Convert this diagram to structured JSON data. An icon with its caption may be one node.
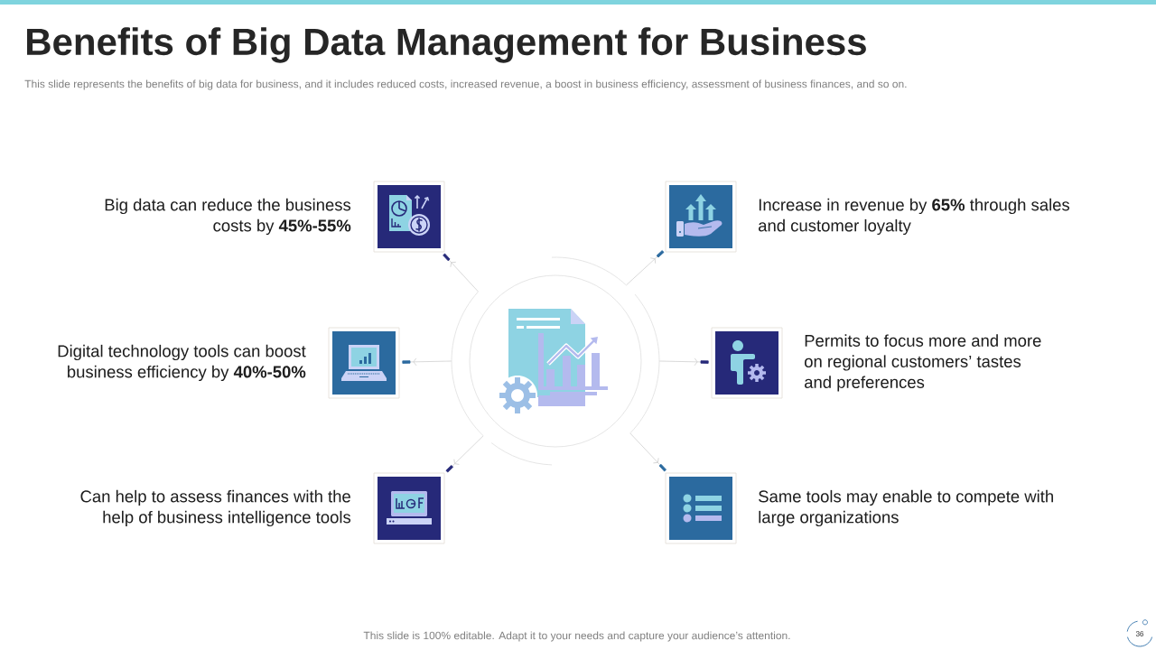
{
  "diagram": {
    "title": "Benefits of Big Data Management for Business",
    "nodes": [
      {
        "text": [],
        "shape": "picture",
        "beside": [
          "Big data can reduce the business costs by **45%-55%**"
        ]
      },
      {
        "text": [],
        "shape": "picture",
        "beside": [
          "Increase in revenue by **65%** through sales and customer loyalty"
        ]
      },
      {
        "text": [],
        "shape": "picture",
        "beside": [
          "Digital technology tools can boost business efficiency by **40%-50%**"
        ]
      },
      {
        "text": [],
        "shape": "circle"
      },
      {
        "text": [],
        "shape": "picture",
        "beside": [
          "Permits to focus more and more on regional customers’ tastes and preferences"
        ]
      },
      {
        "text": [],
        "shape": "picture",
        "beside": [
          "Can help to assess finances with the help of business intelligence tools"
        ]
      },
      {
        "text": [],
        "shape": "picture",
        "beside": [
          "Same tools may enable to compete with large organizations"
        ]
      }
    ],
    "edges": [
      {
        "from": 3,
        "to": 0,
        "arrow": "to"
      },
      {
        "from": 3,
        "to": 1,
        "arrow": "to"
      },
      {
        "from": 3,
        "to": 2,
        "arrow": "to"
      },
      {
        "from": 3,
        "to": 4,
        "arrow": "to"
      },
      {
        "from": 3,
        "to": 5,
        "arrow": "to"
      },
      {
        "from": 3,
        "to": 6,
        "arrow": "to"
      }
    ],
    "labels": [
      "This slide represents the benefits of big data for business, and it includes reduced costs, increased revenue, a boost in business efficiency, assessment of business finances, and so on.",
      "This slide is 100% editable. Adapt it to your needs and capture your audience’s attention.",
      "36"
    ]
  }
}
